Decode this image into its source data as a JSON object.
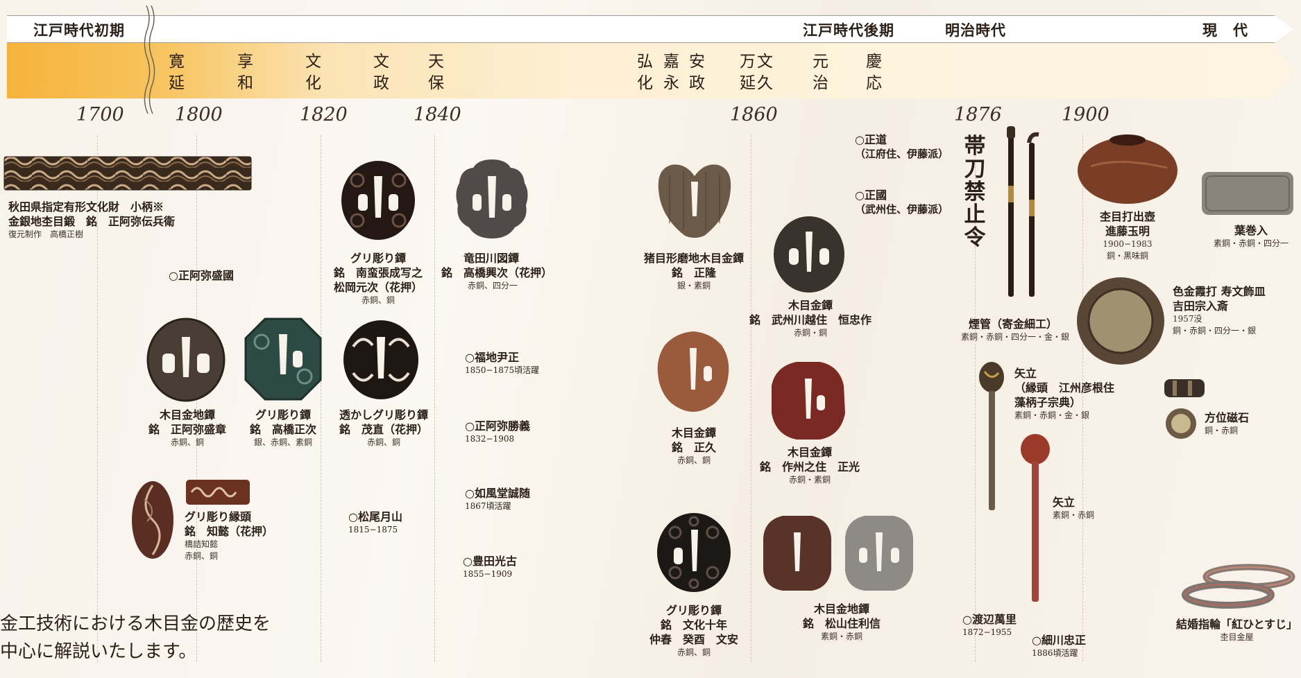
{
  "timeline": {
    "eras": [
      {
        "label": "江戸時代初期"
      },
      {
        "label": "江戸時代後期"
      },
      {
        "label": "明治時代"
      },
      {
        "label": "現　代"
      }
    ],
    "periods": [
      "寛延",
      "享和",
      "文化",
      "文政",
      "天保",
      "弘化",
      "嘉永",
      "安政",
      "万延",
      "文久",
      "元治",
      "慶応"
    ],
    "years": [
      "1700",
      "1800",
      "1820",
      "1840",
      "1860",
      "1876",
      "1900"
    ]
  },
  "colors": {
    "band_orange": "#f6b33b",
    "band_light": "#fdf2dc",
    "text": "#2b2018"
  },
  "items": {
    "kozuka": {
      "title1": "秋田県指定有形文化財　小柄※",
      "title2": "金銀地杢目鍛　銘　正阿弥伝兵衛",
      "note": "復元制作　高橋正樹"
    },
    "tsuba_a": {
      "title1": "木目金地鐔",
      "title2": "銘　正阿弥盛章",
      "note": "赤銅、銅"
    },
    "tsuba_b": {
      "title1": "グリ彫り鐔",
      "title2": "銘　高橋正次",
      "note": "銀、赤銅、素銅"
    },
    "fuchi": {
      "title1": "グリ彫り縁頭",
      "title2": "銘　知懿（花押）",
      "note1": "橋詰知懿",
      "note2": "赤銅、銅"
    },
    "tsuba_c": {
      "title1": "グリ彫り鐔",
      "title2": "銘　南蛮張成写之",
      "title3": "松岡元次（花押）",
      "note": "赤銅、銅"
    },
    "tsuba_d": {
      "title1": "透かしグリ彫り鐔",
      "title2": "銘　茂直（花押）",
      "note": "赤銅、銅"
    },
    "tsuba_e": {
      "title1": "竜田川図鐔",
      "title2": "銘　高橋興次（花押）",
      "note": "赤銅、四分一"
    },
    "tsuba_f": {
      "title1": "猪目形磨地木目金鐔",
      "title2": "銘　正隆",
      "note": "銀・素銅"
    },
    "tsuba_g": {
      "title1": "木目金鐔",
      "title2": "銘　正久",
      "note": "赤銅、銅"
    },
    "tsuba_h": {
      "title1": "グリ彫り鐔",
      "title2": "銘　文化十年",
      "title3": "仲春　癸酉　文安",
      "note": "赤銅、銅"
    },
    "tsuba_i": {
      "title1": "木目金鐔",
      "title2": "銘　武州川越住　恒忠作",
      "note": "赤銅・銅"
    },
    "tsuba_j": {
      "title1": "木目金鐔",
      "title2": "銘　作州之住　正光",
      "note": "赤銅・素銅"
    },
    "tsuba_k": {
      "title1": "木目金地鐔",
      "title2": "銘　松山住利信",
      "note": "素銅・赤銅"
    },
    "kiseru": {
      "title": "煙管（寄金細工）",
      "note": "素銅・赤銅・四分一・金・銀"
    },
    "yatate1": {
      "title1": "矢立",
      "title2": "（縁頭　江州彦根住",
      "title3": "藻柄子宗典）",
      "note": "素銅・赤銅・金・銀"
    },
    "yatate2": {
      "title": "矢立",
      "note": "素銅・赤銅"
    },
    "vase": {
      "title1": "杢目打出壺",
      "title2": "進藤玉明",
      "note1": "1900−1983",
      "note2": "銅・黒味銅"
    },
    "case": {
      "title": "葉巻入",
      "note": "素銅・赤銅・四分一"
    },
    "plate": {
      "title1": "色金霞打 寿文飾皿",
      "title2": "吉田宗入斎",
      "note1": "1957没",
      "note2": "銅・赤銅・四分一・銀"
    },
    "compass": {
      "title": "方位磁石",
      "note": "銅・赤銅"
    },
    "rings": {
      "title": "結婚指輪「紅ひとすじ」",
      "note": "杢目金屋"
    }
  },
  "people": [
    {
      "name": "○正阿弥盛國",
      "dates": ""
    },
    {
      "name": "○福地尹正",
      "dates": "1850−1875頃活躍"
    },
    {
      "name": "○正阿弥勝義",
      "dates": "1832−1908"
    },
    {
      "name": "○如風堂誠随",
      "dates": "1867頃活躍"
    },
    {
      "name": "○豊田光古",
      "dates": "1855−1909"
    },
    {
      "name": "○松尾月山",
      "dates": "1815−1875"
    },
    {
      "name": "○正道",
      "dates": "（江府住、伊藤派）"
    },
    {
      "name": "○正國",
      "dates": "（武州住、伊藤派）"
    },
    {
      "name": "○渡辺萬里",
      "dates": "1872−1955"
    },
    {
      "name": "○細川忠正",
      "dates": "1886頃活躍"
    }
  ],
  "edict": "帯刀禁止令",
  "intro": {
    "line1": "金工技術における木目金の歴史を",
    "line2": "中心に解説いたします。"
  }
}
